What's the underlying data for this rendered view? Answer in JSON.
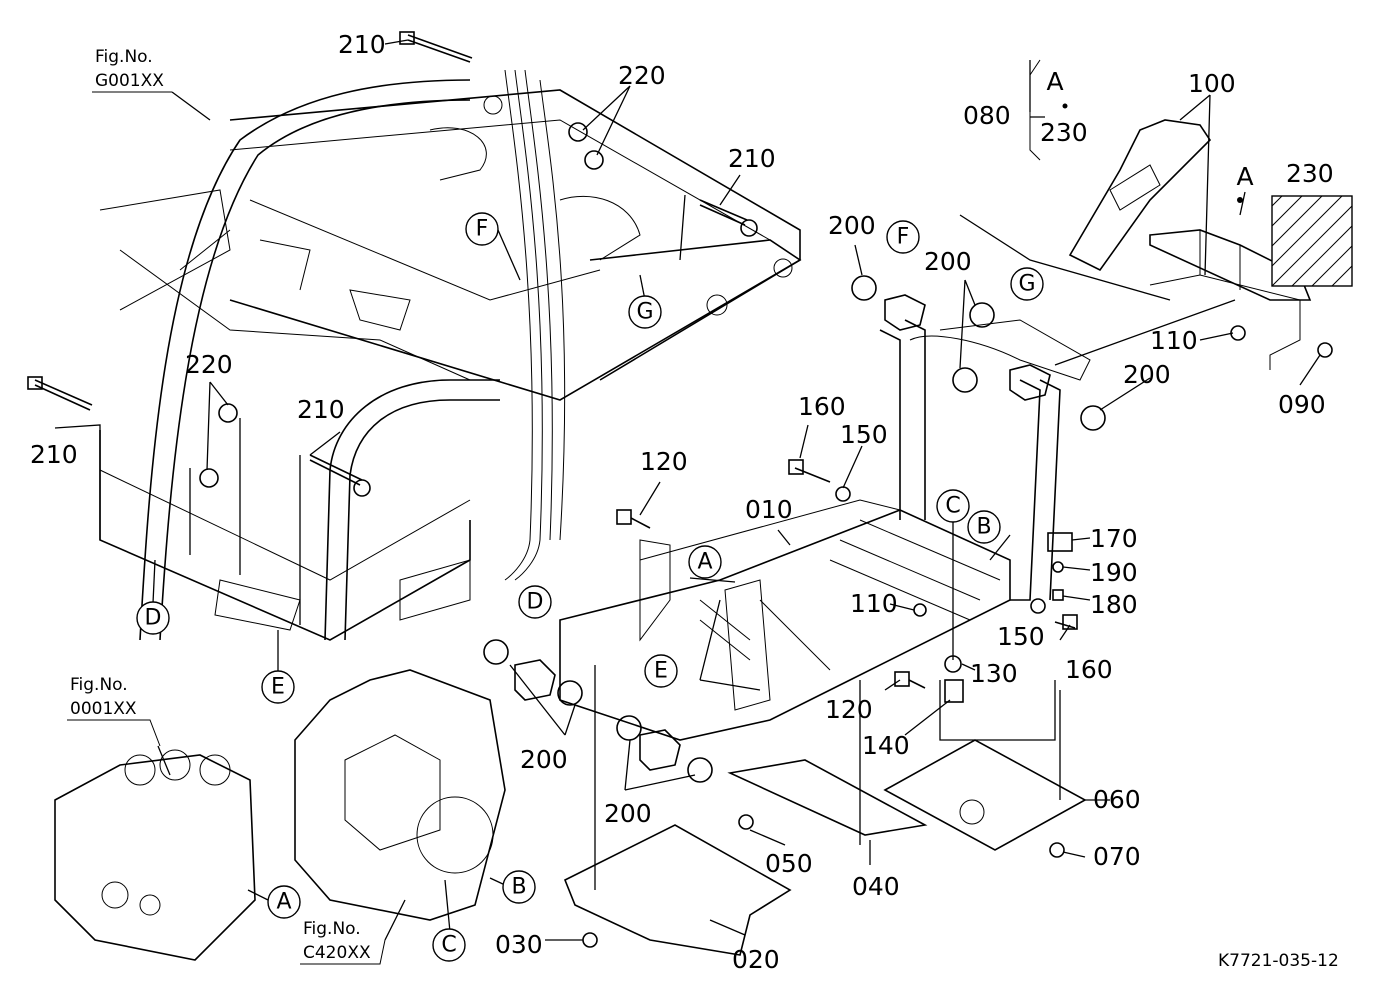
{
  "diagram_id": "K7721-035-12",
  "fig_refs": {
    "g001": "Fig.No.\nG001XX",
    "c001": "Fig.No.\n0001XX",
    "c420": "Fig.No.\nC420XX"
  },
  "fig_lines": {
    "fig": "Fig.No.",
    "g001": "G001XX",
    "c001": "0001XX",
    "c420": "C420XX"
  },
  "part_numbers": {
    "p010": "010",
    "p020": "020",
    "p030": "030",
    "p040": "040",
    "p050": "050",
    "p060": "060",
    "p070": "070",
    "p080": "080",
    "p090": "090",
    "p100": "100",
    "p110": "110",
    "p120": "120",
    "p130": "130",
    "p140": "140",
    "p150": "150",
    "p160": "160",
    "p170": "170",
    "p180": "180",
    "p190": "190",
    "p200": "200",
    "p210": "210",
    "p220": "220",
    "p230": "230"
  },
  "ref_letters": {
    "a": "A",
    "b": "B",
    "c": "C",
    "d": "D",
    "e": "E",
    "f": "F",
    "g": "G"
  }
}
